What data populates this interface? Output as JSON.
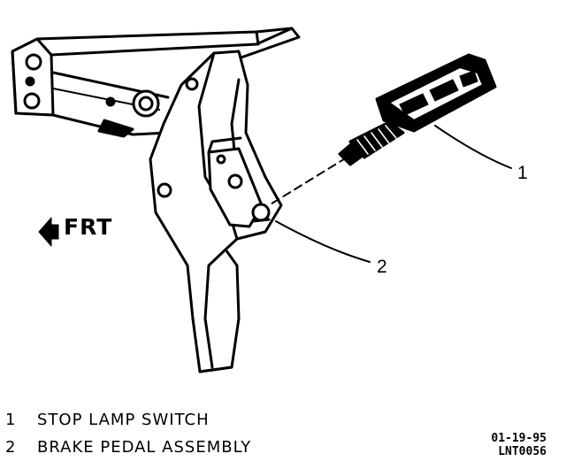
{
  "diagram": {
    "direction_label": "FRT",
    "callouts": [
      {
        "number": "1",
        "part": "STOP LAMP SWITCH"
      },
      {
        "number": "2",
        "part": "BRAKE PEDAL ASSEMBLY"
      }
    ],
    "date_code": "01-19-95",
    "figure_id": "LNT0056"
  }
}
